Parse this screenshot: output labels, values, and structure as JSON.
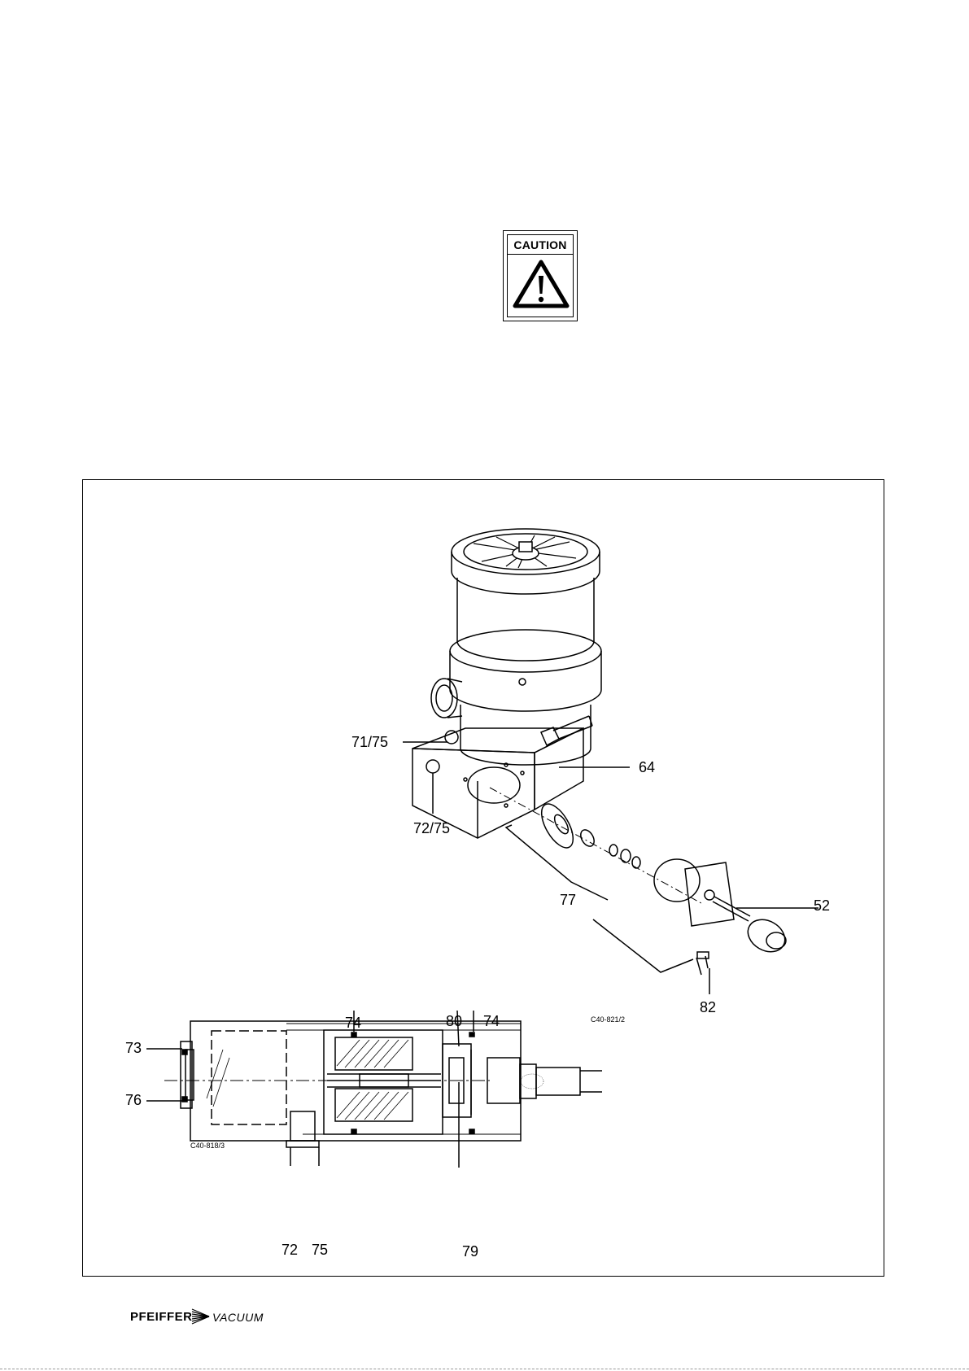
{
  "caution": {
    "label": "CAUTION"
  },
  "figure": {
    "labels": {
      "l71_75": "71/75",
      "l64": "64",
      "l72_75_top": "72/75",
      "l77": "77",
      "l52": "52",
      "l82": "82",
      "l74_left": "74",
      "l80": "80",
      "l74_right": "74",
      "l73": "73",
      "l76": "76",
      "l72": "72",
      "l75": "75",
      "l79": "79"
    },
    "refs": {
      "top": "C40-821/2",
      "bottom": "C40-818/3"
    }
  },
  "footer": {
    "brand_primary": "PFEIFFER",
    "brand_secondary": "VACUUM"
  }
}
